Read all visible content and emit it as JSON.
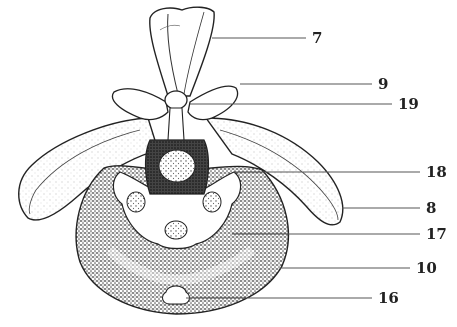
{
  "figure": {
    "labels": [
      {
        "id": "7",
        "text": "7"
      },
      {
        "id": "9",
        "text": "9"
      },
      {
        "id": "19",
        "text": "19"
      },
      {
        "id": "18",
        "text": "18"
      },
      {
        "id": "8",
        "text": "8"
      },
      {
        "id": "17",
        "text": "17"
      },
      {
        "id": "10",
        "text": "10"
      },
      {
        "id": "16",
        "text": "16"
      }
    ],
    "colors": {
      "ink": "#222222",
      "stipple_dark": "#555555",
      "stipple_light": "#9a9a9a",
      "paper": "#ffffff"
    }
  }
}
